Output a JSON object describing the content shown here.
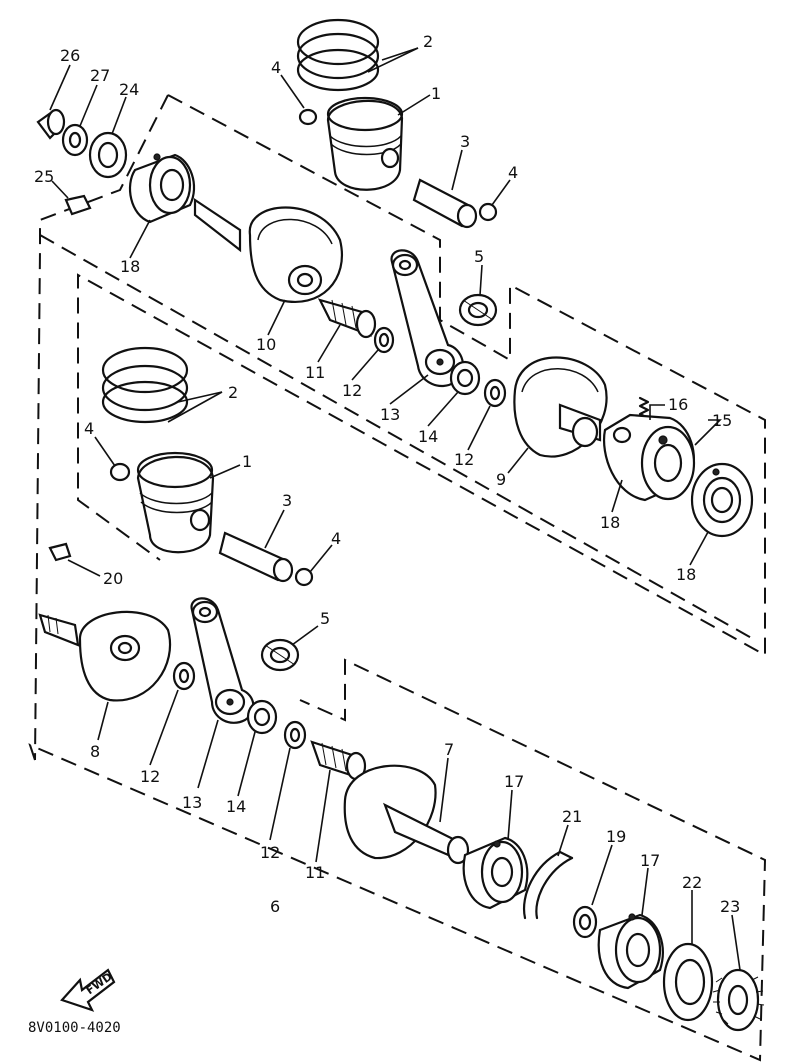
{
  "callouts": [
    {
      "id": "c2a",
      "text": "2"
    },
    {
      "id": "c1a",
      "text": "1"
    },
    {
      "id": "c4a",
      "text": "4"
    },
    {
      "id": "c26",
      "text": "26"
    },
    {
      "id": "c27",
      "text": "27"
    },
    {
      "id": "c24",
      "text": "24"
    },
    {
      "id": "c25",
      "text": "25"
    },
    {
      "id": "c3a",
      "text": "3"
    },
    {
      "id": "c4b",
      "text": "4"
    },
    {
      "id": "c18a",
      "text": "18"
    },
    {
      "id": "c5a",
      "text": "5"
    },
    {
      "id": "c10",
      "text": "10"
    },
    {
      "id": "c11a",
      "text": "11"
    },
    {
      "id": "c12a",
      "text": "12"
    },
    {
      "id": "c13a",
      "text": "13"
    },
    {
      "id": "c14a",
      "text": "14"
    },
    {
      "id": "c12b",
      "text": "12"
    },
    {
      "id": "c9",
      "text": "9"
    },
    {
      "id": "c16",
      "text": "16"
    },
    {
      "id": "c15",
      "text": "15"
    },
    {
      "id": "c18b",
      "text": "18"
    },
    {
      "id": "c18c",
      "text": "18"
    },
    {
      "id": "c2b",
      "text": "2"
    },
    {
      "id": "c4c",
      "text": "4"
    },
    {
      "id": "c1b",
      "text": "1"
    },
    {
      "id": "c3b",
      "text": "3"
    },
    {
      "id": "c4d",
      "text": "4"
    },
    {
      "id": "c20",
      "text": "20"
    },
    {
      "id": "c5b",
      "text": "5"
    },
    {
      "id": "c8",
      "text": "8"
    },
    {
      "id": "c12c",
      "text": "12"
    },
    {
      "id": "c13b",
      "text": "13"
    },
    {
      "id": "c14b",
      "text": "14"
    },
    {
      "id": "c12d",
      "text": "12"
    },
    {
      "id": "c11b",
      "text": "11"
    },
    {
      "id": "c7",
      "text": "7"
    },
    {
      "id": "c17a",
      "text": "17"
    },
    {
      "id": "c21",
      "text": "21"
    },
    {
      "id": "c19",
      "text": "19"
    },
    {
      "id": "c17b",
      "text": "17"
    },
    {
      "id": "c22",
      "text": "22"
    },
    {
      "id": "c23",
      "text": "23"
    },
    {
      "id": "c6",
      "text": "6"
    }
  ],
  "find_label": "FWD",
  "diagram_code": "8V0100-4020"
}
